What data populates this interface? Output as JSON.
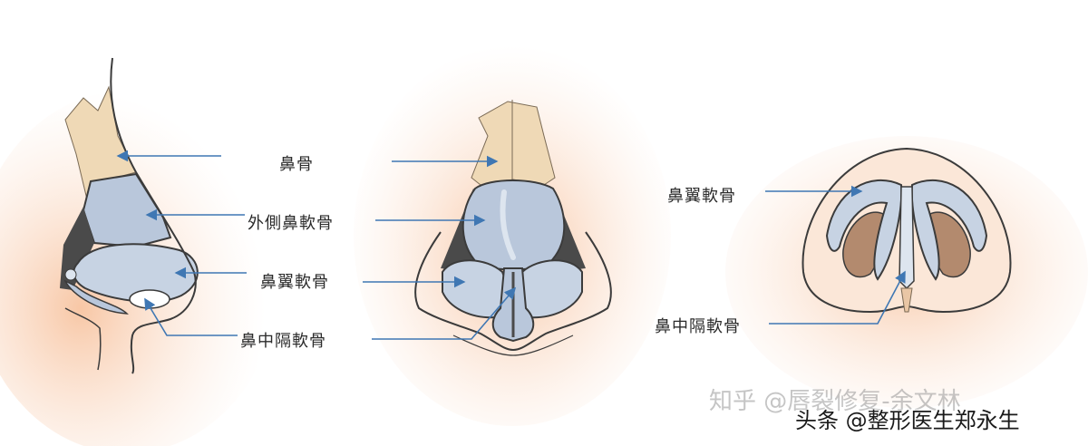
{
  "labels": {
    "nasal_bone": "鼻骨",
    "lateral_cartilage": "外側鼻軟骨",
    "alar_cartilage_left": "鼻翼軟骨",
    "septal_cartilage_left": "鼻中隔軟骨",
    "alar_cartilage_right": "鼻翼軟骨",
    "septal_cartilage_right": "鼻中隔軟骨"
  },
  "watermarks": {
    "zhihu": "知乎 @唇裂修复-余文林",
    "toutiao": "头条 @整形医生郑永生"
  },
  "colors": {
    "skin_glow": "#f7c9a8",
    "bone": "#efd9b6",
    "cartilage": "#b9c7db",
    "cartilage_light": "#dde5ef",
    "outline": "#3b3b3b",
    "arrow": "#3f77b3",
    "dark_fill": "#4a4a4a",
    "nostril": "#b38a6e"
  },
  "icons": {
    "arrow": "arrow-right-icon"
  }
}
